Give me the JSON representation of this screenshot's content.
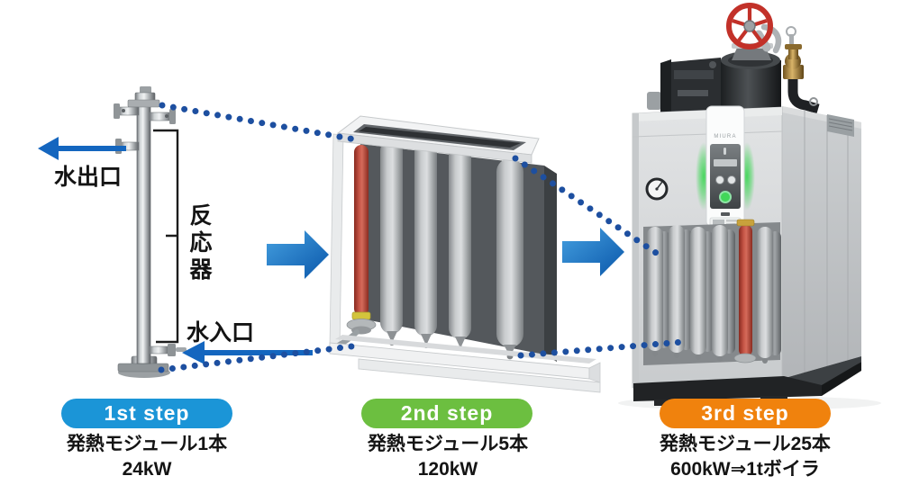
{
  "figure": {
    "reactor_labels": {
      "water_outlet": "水出口",
      "reactor_vessel": "反応器",
      "water_inlet": "水入口"
    },
    "boiler_brand": "MIURA",
    "steps": [
      {
        "badge": "1st step",
        "badge_color": "#1b95d7",
        "modules": "発熱モジュール1本",
        "power": "24kW"
      },
      {
        "badge": "2nd step",
        "badge_color": "#6cbf40",
        "modules": "発熱モジュール5本",
        "power": "120kW"
      },
      {
        "badge": "3rd step",
        "badge_color": "#f0820d",
        "modules": "発熱モジュール25本",
        "power": "600kW⇒1tボイラ"
      }
    ],
    "colors": {
      "dotted_connector": "#1d4fa0",
      "flow_arrow_gradient_start": "#45a0e0",
      "flow_arrow_gradient_end": "#0a57aa",
      "inlet_outlet_arrow": "#1466bf",
      "module_highlight_red": "#c0503f",
      "boiler_glow_green": "#42d659",
      "handwheel_red": "#c23129"
    }
  }
}
